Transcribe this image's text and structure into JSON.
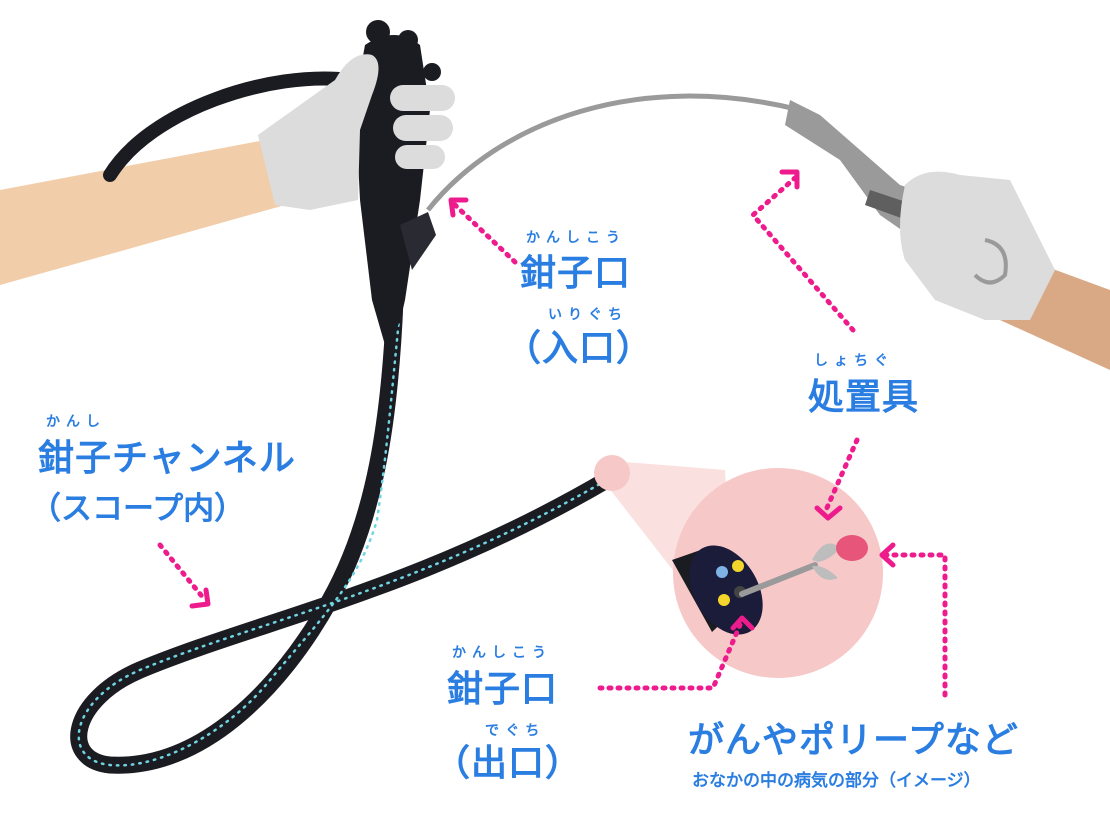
{
  "colors": {
    "label_blue": "#2a7de1",
    "arrow_pink": "#ee1b8c",
    "scope_black": "#1b1b22",
    "channel_dots": "#6fd3e0",
    "glove": "#dcdcdc",
    "skin": "#f1cdaa",
    "tool_gray": "#9a9a9a",
    "zoom_pink": "#f7c8c8"
  },
  "icons": [
    "endoscope-handle-icon",
    "gloved-hand-icon",
    "forceps-tool-icon",
    "scope-tip-icon",
    "polyp-icon"
  ],
  "labels": {
    "inlet": {
      "ruby": "かんしこう",
      "title": "鉗子口",
      "sub_ruby": "いりぐち",
      "sub": "（入口）"
    },
    "channel": {
      "ruby": "かんし",
      "title": "鉗子チャンネル",
      "sub": "（スコープ内）"
    },
    "tool": {
      "ruby": "しょちぐ",
      "title": "処置具"
    },
    "outlet": {
      "ruby": "かんしこう",
      "title": "鉗子口",
      "sub_ruby": "でぐち",
      "sub": "（出口）"
    },
    "lesion": {
      "title": "がんやポリープなど",
      "sub": "おなかの中の病気の部分（イメージ）"
    }
  }
}
